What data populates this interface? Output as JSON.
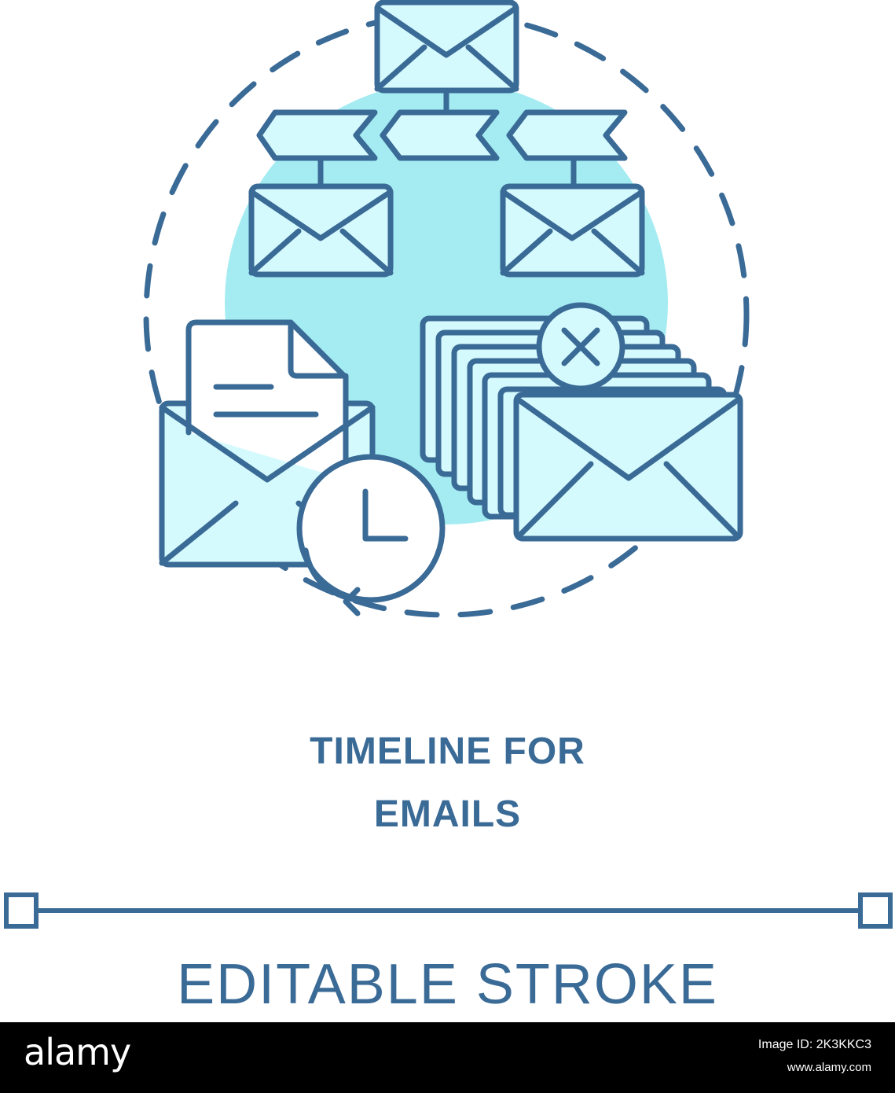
{
  "icon": {
    "name": "timeline-for-emails-icon",
    "colors": {
      "stroke": "#3a6a96",
      "fill": "#d5fafd",
      "bubble": "#a4ecf2",
      "background": "#ffffff"
    }
  },
  "title": {
    "line1": "TIMELINE FOR",
    "line2": "EMAILS"
  },
  "footer": {
    "label": "EDITABLE STROKE"
  },
  "watermark": {
    "logo": "alamy",
    "image_id": "Image ID: 2K3KKC3",
    "url": "www.alamy.com"
  }
}
